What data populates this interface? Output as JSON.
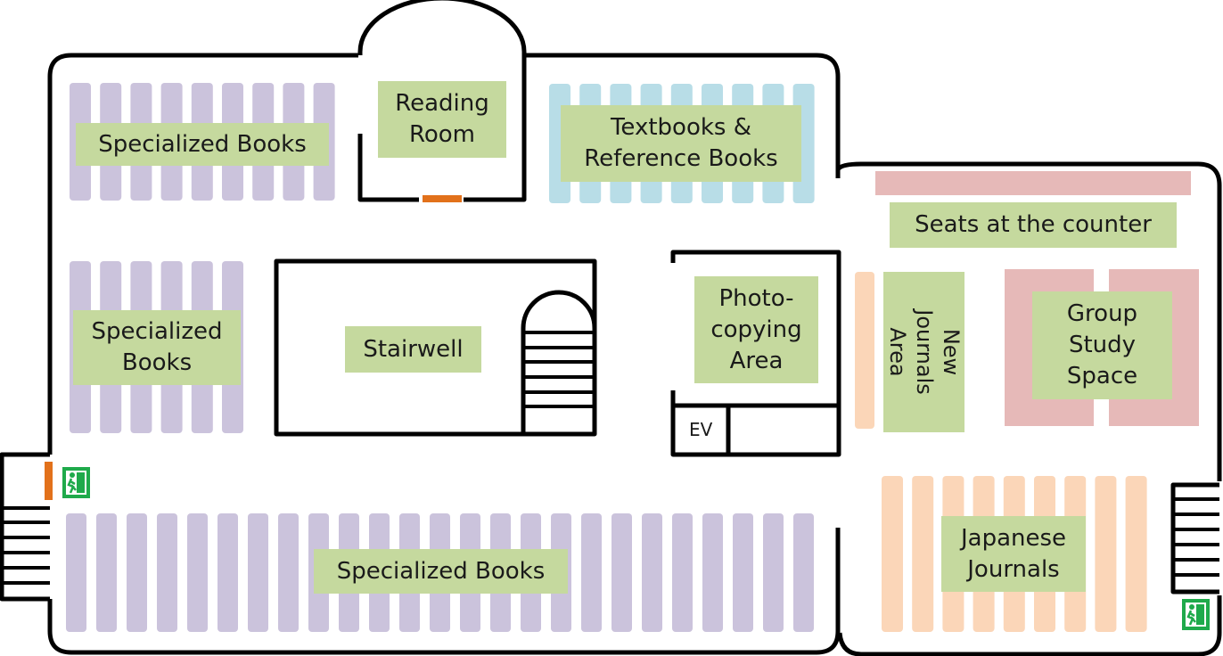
{
  "colors": {
    "label_bg": "#c5d99e",
    "specialized_shelf": "#cbc3dc",
    "textbook_shelf": "#b8dde7",
    "journal_shelf": "#fbd6b8",
    "counter_seat": "#e6b9b8",
    "study_table": "#e6b9b8",
    "door": "#e2711b",
    "exit_sign": "#1faa4b",
    "wall": "#000000"
  },
  "areas": {
    "specialized_top": "Specialized Books",
    "reading_room": "Reading\nRoom",
    "textbooks": "Textbooks &\nReference Books",
    "seats_counter": "Seats at the counter",
    "specialized_mid": "Specialized\nBooks",
    "stairwell": "Stairwell",
    "photocopy": "Photo-\ncopying\nArea",
    "elevator": "EV",
    "new_journals": "New Journals\nArea",
    "group_study": "Group\nStudy\nSpace",
    "specialized_bottom": "Specialized Books",
    "japanese_journals": "Japanese\nJournals"
  },
  "icons": {
    "exit_left": "emergency-exit-icon",
    "exit_right": "emergency-exit-icon"
  }
}
